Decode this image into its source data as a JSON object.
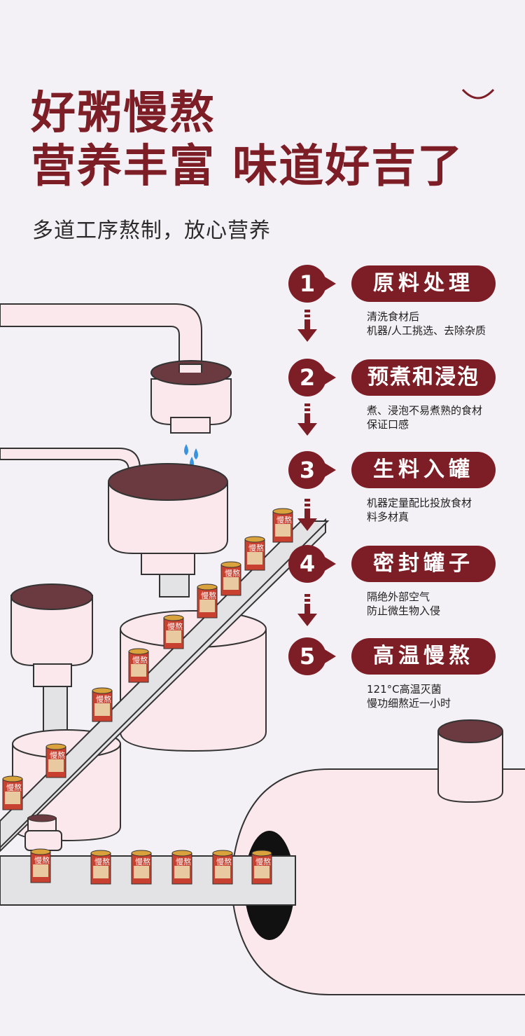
{
  "header": {
    "title_line1": "好粥慢熬",
    "title_line2": "营养丰富  味道好吉了",
    "subtitle": "多道工序熬制，放心营养"
  },
  "steps": [
    {
      "number": "1",
      "title": "原料处理",
      "desc": [
        "清洗食材后",
        "机器/人工挑选、去除杂质"
      ]
    },
    {
      "number": "2",
      "title": "预煮和浸泡",
      "desc": [
        "煮、浸泡不易煮熟的食材",
        "保证口感"
      ]
    },
    {
      "number": "3",
      "title": "生料入罐",
      "desc": [
        "机器定量配比投放食材",
        "料多材真"
      ]
    },
    {
      "number": "4",
      "title": "密封罐子",
      "desc": [
        "隔绝外部空气",
        "防止微生物入侵"
      ]
    },
    {
      "number": "5",
      "title": "高温慢熬",
      "desc": [
        "121°C高温灭菌",
        "慢功细熬近一小时"
      ]
    }
  ],
  "can_label": "慢熬",
  "colors": {
    "brand": "#7d1e26",
    "background": "#f4f1f6",
    "pipe": "#fbe8ec",
    "machine_top": "#6b3a40",
    "conveyor": "#e3e3e6",
    "water": "#3a93e0"
  }
}
